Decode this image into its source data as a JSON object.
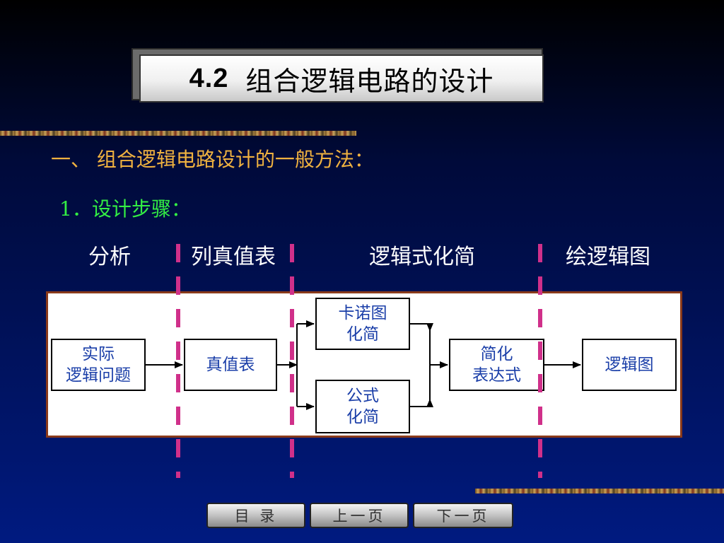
{
  "title": {
    "number": "4.2",
    "text": "组合逻辑电路的设计"
  },
  "heading1": "一、 组合逻辑电路设计的一般方法：",
  "heading2": "1．设计步骤：",
  "stages": [
    "分析",
    "列真值表",
    "逻辑式化简",
    "绘逻辑图"
  ],
  "nodes": {
    "problem": "实际\n逻辑问题",
    "truth_table": "真值表",
    "karnaugh": "卡诺图\n化简",
    "formula": "公式\n化简",
    "simplified": "简化\n表达式",
    "logic_diagram": "逻辑图"
  },
  "nav": {
    "contents": "目 录",
    "prev": "上一页",
    "next": "下一页"
  },
  "colors": {
    "heading1": "#f0b240",
    "heading2": "#33ee44",
    "divider": "#d0308a",
    "node_text": "#1a3ea8",
    "panel_border": "#8a3a1a"
  }
}
